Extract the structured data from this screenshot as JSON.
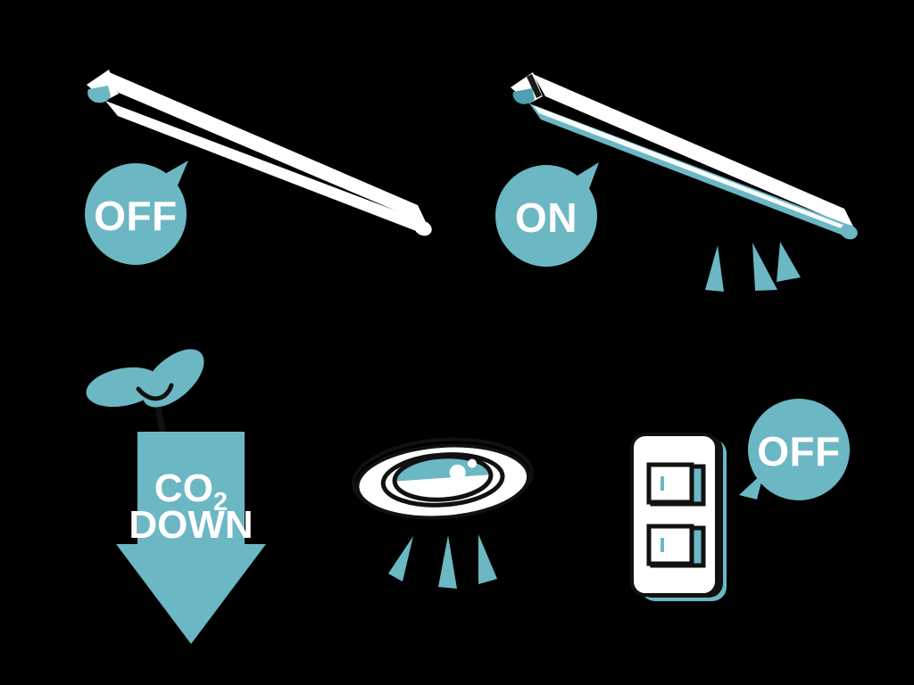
{
  "illustration": {
    "title": "Lighting energy saving illustration",
    "background_color": "#000000",
    "accent_color": "#6CB7C4",
    "accent_color_dark": "#56A7B6",
    "white": "#FFFFFF",
    "outline_color": "#111111"
  },
  "panels": {
    "fluorescent_off": {
      "name": "fluorescent-tube-off",
      "bubble_label": "OFF",
      "state": "off",
      "icon_name": "fluorescent-tube-icon",
      "bubble_tail_direction": "up-right"
    },
    "fluorescent_on": {
      "name": "fluorescent-tube-on",
      "bubble_label": "ON",
      "state": "on",
      "icon_name": "fluorescent-tube-icon",
      "bubble_tail_direction": "up-right",
      "light_rays": 3
    },
    "co2_arrow": {
      "name": "co2-down-arrow",
      "line1": "CO",
      "subscript": "2",
      "line2": "DOWN",
      "icon_name": "sprout-leaf-icon",
      "direction": "down"
    },
    "downlight": {
      "name": "recessed-downlight",
      "icon_name": "downlight-icon",
      "light_rays": 3,
      "highlight_dots": 2
    },
    "light_switch": {
      "name": "wall-light-switch",
      "bubble_label": "OFF",
      "state": "off",
      "icon_name": "light-switch-icon",
      "rocker_count": 2,
      "bubble_tail_direction": "down-left"
    }
  }
}
